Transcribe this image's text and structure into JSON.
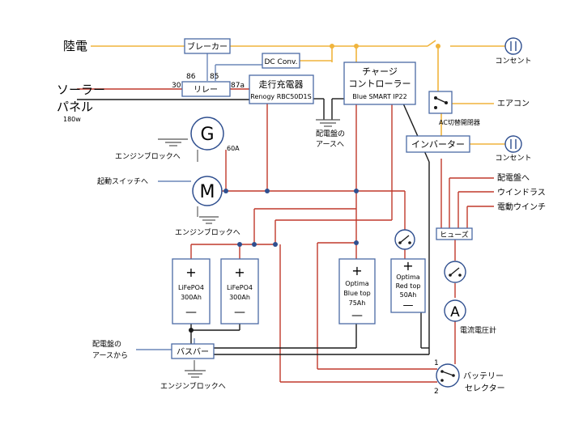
{
  "labels": {
    "shore_power": "陸電",
    "breaker": "ブレーカー",
    "dc_conv": "DC Conv.",
    "outlet_top": "コンセント",
    "charge_controller_l1": "チャージ",
    "charge_controller_l2": "コントローラー",
    "charge_controller_model": "Blue SMART IP22",
    "solar_l1": "ソーラー",
    "solar_l2": "パネル",
    "solar_watt": "180w",
    "relay": "リレー",
    "relay_30": "30",
    "relay_86": "86",
    "relay_85": "85",
    "relay_87a": "87a",
    "dc_dc_charger": "走行充電器",
    "dc_dc_model": "Renogy RBC50D1S",
    "panel_earth_l1": "配電盤の",
    "panel_earth_l2": "アースへ",
    "aircon": "エアコン",
    "ac_switch": "AC切替開閉器",
    "inverter": "インバーター",
    "outlet_inv": "コンセント",
    "generator": "G",
    "gen_amp": "60A",
    "engine_block_1": "エンジンブロックへ",
    "starter_switch": "起動スイッチへ",
    "motor": "M",
    "engine_block_2": "エンジンブロックへ",
    "to_panel": "配電盤へ",
    "window": "ウインドラス",
    "winch": "電動ウインチ",
    "fuse": "ヒューズ",
    "ammeter": "A",
    "ammeter_label": "電流電圧計",
    "busbar": "バスバー",
    "from_panel_earth_l1": "配電盤の",
    "from_panel_earth_l2": "アースから",
    "engine_block_3": "エンジンブロックへ",
    "selector_l1": "バッテリー",
    "selector_l2": "セレクター",
    "selector_1": "1",
    "selector_2": "2",
    "plus": "+",
    "minus": "—"
  },
  "batteries": [
    {
      "l1": "LiFePO4",
      "l2": "300Ah",
      "l3": ""
    },
    {
      "l1": "LiFePO4",
      "l2": "300Ah",
      "l3": ""
    },
    {
      "l1": "Optima",
      "l2": "Blue top",
      "l3": "75Ah"
    },
    {
      "l1": "Optima",
      "l2": "Red top",
      "l3": "50Ah"
    }
  ],
  "colors": {
    "ac_wire": "#f0b43c",
    "positive_wire": "#c0392b",
    "negative_wire": "#1a1a1a",
    "signal_wire": "#6b87b8",
    "box_border": "#4a6aa5"
  }
}
